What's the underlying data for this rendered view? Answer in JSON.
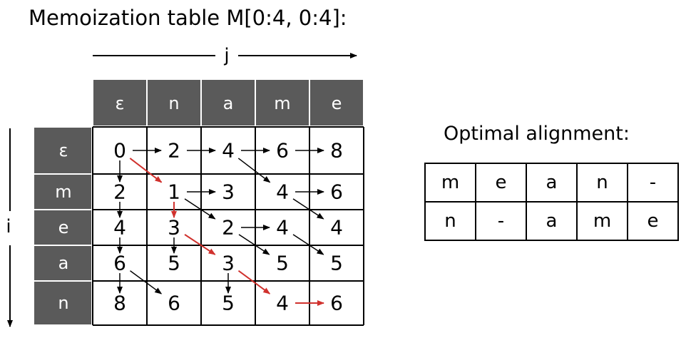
{
  "title": "Memoization table M[0:4, 0:4]:",
  "axis": {
    "j_label": "j",
    "i_label": "i"
  },
  "col_headers": [
    "ε",
    "n",
    "a",
    "m",
    "e"
  ],
  "row_headers": [
    "ε",
    "m",
    "e",
    "a",
    "n"
  ],
  "table": [
    [
      "0",
      "2",
      "4",
      "6",
      "8"
    ],
    [
      "2",
      "1",
      "3",
      "4",
      "6"
    ],
    [
      "4",
      "3",
      "2",
      "4",
      "4"
    ],
    [
      "6",
      "5",
      "3",
      "5",
      "5"
    ],
    [
      "8",
      "6",
      "5",
      "4",
      "6"
    ]
  ],
  "arrows": [
    {
      "from": [
        0,
        0
      ],
      "to": [
        0,
        1
      ],
      "red": false
    },
    {
      "from": [
        0,
        1
      ],
      "to": [
        0,
        2
      ],
      "red": false
    },
    {
      "from": [
        0,
        2
      ],
      "to": [
        0,
        3
      ],
      "red": false
    },
    {
      "from": [
        0,
        3
      ],
      "to": [
        0,
        4
      ],
      "red": false
    },
    {
      "from": [
        0,
        0
      ],
      "to": [
        1,
        0
      ],
      "red": false
    },
    {
      "from": [
        0,
        0
      ],
      "to": [
        1,
        1
      ],
      "red": true
    },
    {
      "from": [
        0,
        2
      ],
      "to": [
        1,
        3
      ],
      "red": false
    },
    {
      "from": [
        1,
        1
      ],
      "to": [
        1,
        2
      ],
      "red": false
    },
    {
      "from": [
        1,
        3
      ],
      "to": [
        1,
        4
      ],
      "red": false
    },
    {
      "from": [
        1,
        0
      ],
      "to": [
        2,
        0
      ],
      "red": false
    },
    {
      "from": [
        1,
        1
      ],
      "to": [
        2,
        1
      ],
      "red": true
    },
    {
      "from": [
        1,
        1
      ],
      "to": [
        2,
        2
      ],
      "red": false
    },
    {
      "from": [
        1,
        3
      ],
      "to": [
        2,
        4
      ],
      "red": false
    },
    {
      "from": [
        2,
        2
      ],
      "to": [
        2,
        3
      ],
      "red": false
    },
    {
      "from": [
        2,
        0
      ],
      "to": [
        3,
        0
      ],
      "red": false
    },
    {
      "from": [
        2,
        1
      ],
      "to": [
        3,
        1
      ],
      "red": false
    },
    {
      "from": [
        2,
        1
      ],
      "to": [
        3,
        2
      ],
      "red": true
    },
    {
      "from": [
        2,
        2
      ],
      "to": [
        3,
        3
      ],
      "red": false
    },
    {
      "from": [
        2,
        3
      ],
      "to": [
        3,
        4
      ],
      "red": false
    },
    {
      "from": [
        3,
        0
      ],
      "to": [
        4,
        0
      ],
      "red": false
    },
    {
      "from": [
        3,
        0
      ],
      "to": [
        4,
        1
      ],
      "red": false
    },
    {
      "from": [
        3,
        2
      ],
      "to": [
        4,
        2
      ],
      "red": false
    },
    {
      "from": [
        3,
        2
      ],
      "to": [
        4,
        3
      ],
      "red": true
    },
    {
      "from": [
        4,
        3
      ],
      "to": [
        4,
        4
      ],
      "red": true
    }
  ],
  "alignment": {
    "title": "Optimal alignment:",
    "rows": [
      [
        "m",
        "e",
        "a",
        "n",
        "-"
      ],
      [
        "n",
        "-",
        "a",
        "m",
        "e"
      ]
    ]
  },
  "colors": {
    "header": "#5a5a5a",
    "highlight": "#d0312d"
  }
}
